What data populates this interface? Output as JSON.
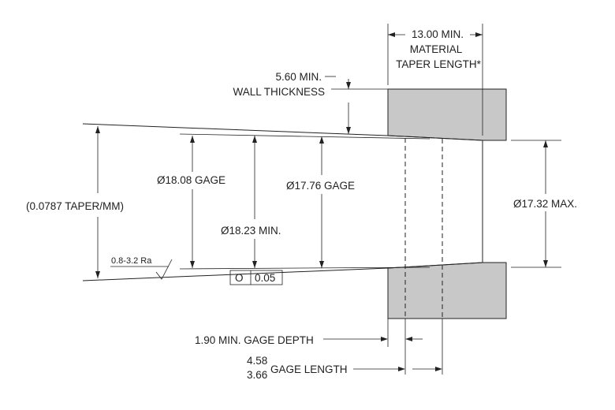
{
  "colors": {
    "line": "#222222",
    "part_fill": "#c8c8c8",
    "background": "#ffffff"
  },
  "dims": {
    "material_taper_min": "13.00 MIN.",
    "material_taper_line1": "MATERIAL",
    "material_taper_line2": "TAPER LENGTH*",
    "wall_thickness_value": "5.60 MIN.",
    "wall_thickness_label": "WALL THICKNESS",
    "gage_dia_1808": "Ø18.08 GAGE",
    "gage_dia_1776": "Ø17.76 GAGE",
    "taper_per_mm": "(0.0787 TAPER/MM)",
    "min_dia_1823": "Ø18.23 MIN.",
    "max_dia_1732": "Ø17.32 MAX.",
    "surface_finish": "0.8-3.2 Ra",
    "roundness_symbol": "O",
    "roundness_tol": "0.05",
    "gage_depth": "1.90 MIN. GAGE DEPTH",
    "gage_length_max": "4.58",
    "gage_length_min": "3.66",
    "gage_length_label": "GAGE LENGTH"
  }
}
